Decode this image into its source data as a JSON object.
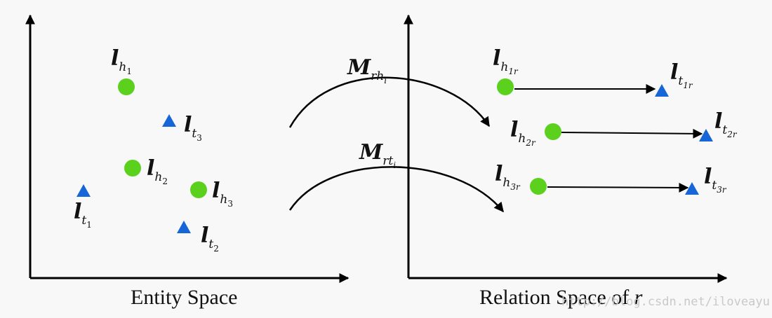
{
  "colors": {
    "head_point": "#5bd11e",
    "tail_point": "#1766d8",
    "axis": "#000000",
    "background": "#f8f8f8"
  },
  "entity_space": {
    "caption": "Entity Space",
    "heads": [
      {
        "base": "l",
        "sub": "h",
        "subsub": "1"
      },
      {
        "base": "l",
        "sub": "h",
        "subsub": "2"
      },
      {
        "base": "l",
        "sub": "h",
        "subsub": "3"
      }
    ],
    "tails": [
      {
        "base": "l",
        "sub": "t",
        "subsub": "1"
      },
      {
        "base": "l",
        "sub": "t",
        "subsub": "2"
      },
      {
        "base": "l",
        "sub": "t",
        "subsub": "3"
      }
    ]
  },
  "relation_space": {
    "caption_prefix": "Relation Space of ",
    "caption_var": "r",
    "heads": [
      {
        "base": "l",
        "sub": "h",
        "subsub": "1r"
      },
      {
        "base": "l",
        "sub": "h",
        "subsub": "2r"
      },
      {
        "base": "l",
        "sub": "h",
        "subsub": "3r"
      }
    ],
    "tails": [
      {
        "base": "l",
        "sub": "t",
        "subsub": "1r"
      },
      {
        "base": "l",
        "sub": "t",
        "subsub": "2r"
      },
      {
        "base": "l",
        "sub": "t",
        "subsub": "3r"
      }
    ]
  },
  "mappings": [
    {
      "base": "M",
      "sub": "rh",
      "subsub": "i"
    },
    {
      "base": "M",
      "sub": "rt",
      "subsub": "i"
    }
  ],
  "watermark": "http://blog.csdn.net/iloveayu"
}
